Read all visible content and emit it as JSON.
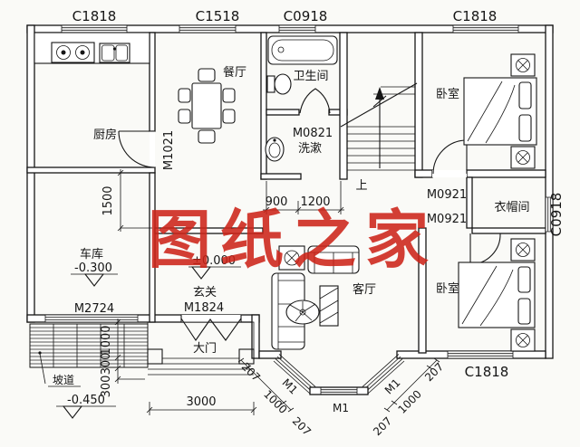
{
  "watermark": {
    "text": "图纸之家",
    "color": "#cd2318"
  },
  "rooms": {
    "kitchen": "厨房",
    "dining": "餐厅",
    "bathroom": "卫生间",
    "wash": "洗漱",
    "bedroom_top": "卧室",
    "cloakroom": "衣帽间",
    "bedroom_bottom": "卧室",
    "garage": "车库",
    "foyer": "玄关",
    "entrance": "大门",
    "living": "客厅",
    "ramp": "坡道",
    "stairs_up": "上"
  },
  "windows": {
    "top_left": "C1818",
    "top_dining": "C1518",
    "top_bath": "C0918",
    "top_bedroom": "C1818",
    "right_side": "C0918",
    "bottom_bedroom": "C1818",
    "bay_left": "M1",
    "bay_center": "M1",
    "bay_right": "M1"
  },
  "doors": {
    "kitchen": "M1021",
    "bathroom": "M0821",
    "bedroom_top": "M0921",
    "bedroom_bottom": "M0921",
    "garage": "M2724",
    "foyer": "M1824"
  },
  "dimensions": {
    "hall_900": "900",
    "hall_1200": "1200",
    "left_1500": "1500",
    "porch_3000": "3000",
    "ramp_1000": "1000",
    "ramp_300a": "300",
    "ramp_300b": "300",
    "bay_left": [
      "207",
      "1000",
      "207"
    ],
    "bay_right": [
      "207",
      "1000",
      "207"
    ]
  },
  "elevations": {
    "garage": "-0.300",
    "foyer": "±0.000",
    "outside": "-0.450"
  }
}
